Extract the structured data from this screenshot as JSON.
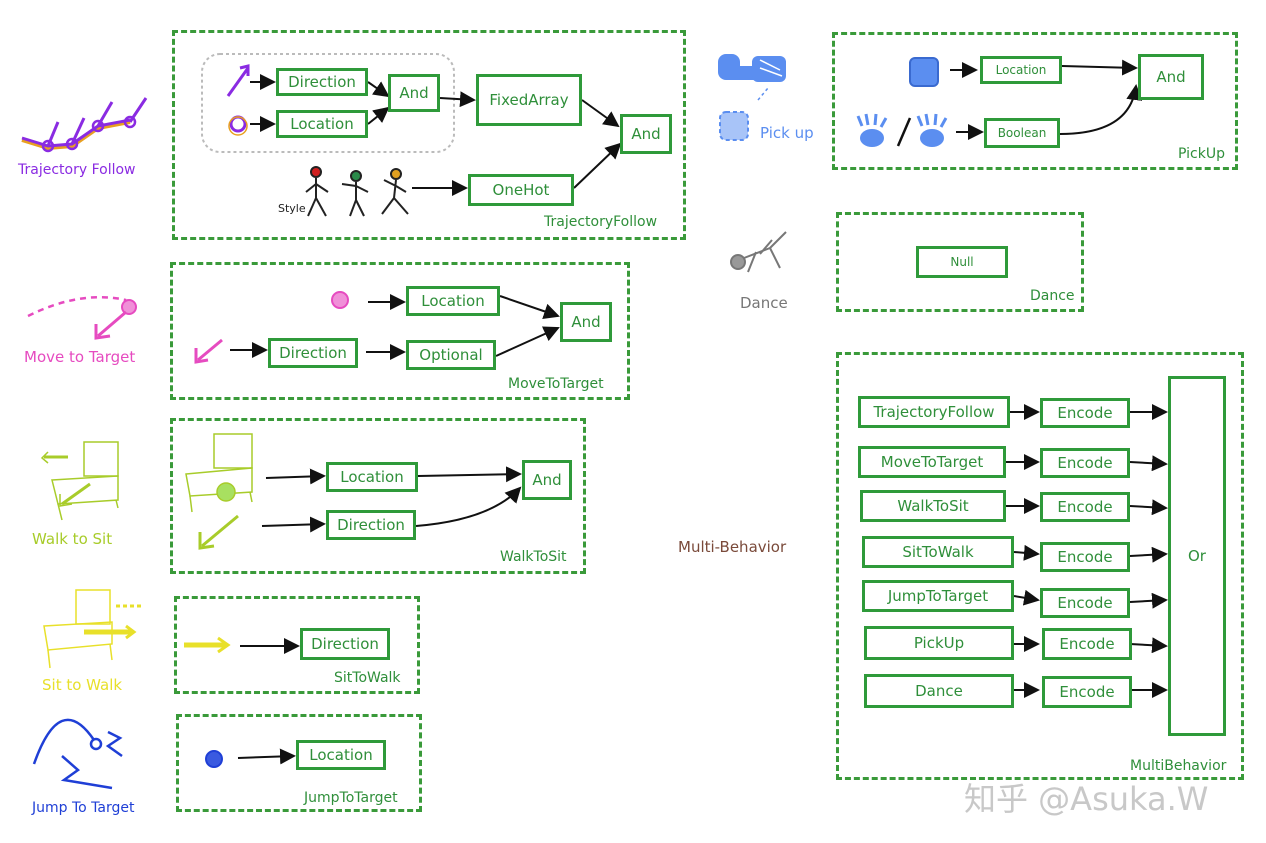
{
  "side_labels": {
    "trajectory_follow": "Trajectory Follow",
    "move_to_target": "Move to Target",
    "walk_to_sit": "Walk to Sit",
    "sit_to_walk": "Sit to Walk",
    "jump_to_target": "Jump To Target",
    "pick_up": "Pick up",
    "dance": "Dance",
    "multi_behavior": "Multi-Behavior",
    "style": "Style"
  },
  "colors": {
    "trajectory": "#8a2be2",
    "move": "#e64bc0",
    "walk": "#a8cc2a",
    "sit": "#e8e02a",
    "jump": "#1f3fd6",
    "pick": "#5b8ef0",
    "dance": "#777777",
    "multi": "#7a4a3a",
    "green": "#2f9a3a"
  },
  "trajectory_follow": {
    "title": "TrajectoryFollow",
    "direction": "Direction",
    "location": "Location",
    "and1": "And",
    "fixed_array": "FixedArray",
    "and2": "And",
    "onehot": "OneHot"
  },
  "move_to_target": {
    "title": "MoveToTarget",
    "location": "Location",
    "direction": "Direction",
    "optional": "Optional",
    "and": "And"
  },
  "walk_to_sit": {
    "title": "WalkToSit",
    "location": "Location",
    "direction": "Direction",
    "and": "And"
  },
  "sit_to_walk": {
    "title": "SitToWalk",
    "direction": "Direction"
  },
  "jump_to_target": {
    "title": "JumpToTarget",
    "location": "Location"
  },
  "pick_up": {
    "title": "PickUp",
    "location": "Location",
    "boolean": "Boolean",
    "and": "And"
  },
  "dance": {
    "title": "Dance",
    "null": "Null"
  },
  "multi_behavior": {
    "title": "MultiBehavior",
    "or": "Or",
    "rows": [
      {
        "name": "TrajectoryFollow",
        "encode": "Encode"
      },
      {
        "name": "MoveToTarget",
        "encode": "Encode"
      },
      {
        "name": "WalkToSit",
        "encode": "Encode"
      },
      {
        "name": "SitToWalk",
        "encode": "Encode"
      },
      {
        "name": "JumpToTarget",
        "encode": "Encode"
      },
      {
        "name": "PickUp",
        "encode": "Encode"
      },
      {
        "name": "Dance",
        "encode": "Encode"
      }
    ]
  },
  "watermark": "知乎 @Asuka.W"
}
